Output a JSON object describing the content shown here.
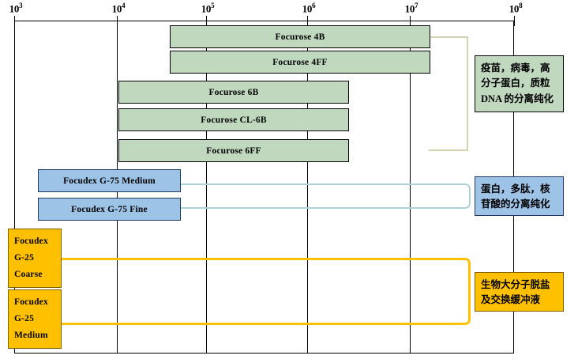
{
  "chart_data": {
    "type": "bar",
    "title": "",
    "xlabel": "",
    "ylabel": "",
    "scale": "log10",
    "xlim": [
      1000,
      100000000
    ],
    "grid": true,
    "legend_position": "right-callouts",
    "axis": {
      "ticks": [
        {
          "label_base": "10",
          "label_exp": "3",
          "value": 1000
        },
        {
          "label_base": "10",
          "label_exp": "4",
          "value": 10000
        },
        {
          "label_base": "10",
          "label_exp": "5",
          "value": 100000
        },
        {
          "label_base": "10",
          "label_exp": "6",
          "value": 1000000
        },
        {
          "label_base": "10",
          "label_exp": "7",
          "value": 10000000
        },
        {
          "label_base": "10",
          "label_exp": "8",
          "value": 100000000
        }
      ]
    },
    "groups": [
      {
        "name": "agarose-group",
        "color": "#bfd8be",
        "note": [
          "疫苗，病毒，高",
          "分子蛋白，质粒",
          "DNA 的分离纯化"
        ],
        "bars": [
          {
            "label": "Focurose 4B",
            "min": 60000,
            "max": 20000000
          },
          {
            "label": "Focurose 4FF",
            "min": 60000,
            "max": 20000000
          },
          {
            "label": "Focurose 6B",
            "min": 10000,
            "max": 4000000
          },
          {
            "label": "Focurose CL-6B",
            "min": 10000,
            "max": 4000000
          },
          {
            "label": "Focurose 6FF",
            "min": 10000,
            "max": 4000000
          }
        ]
      },
      {
        "name": "dextran-g75-group",
        "color": "#9dc3e6",
        "note": [
          "蛋白，多肽，核",
          "苷酸的分离纯化"
        ],
        "bars": [
          {
            "label": "Focudex G-75 Medium",
            "min": 1500,
            "max": 50000
          },
          {
            "label": "Focudex G-75 Fine",
            "min": 1500,
            "max": 50000
          }
        ]
      },
      {
        "name": "dextran-g25-group",
        "color": "#ffc000",
        "note": [
          "生物大分子脱盐",
          "及交换缓冲液"
        ],
        "bars": [
          {
            "label": [
              "Focudex",
              "G-25",
              "Coarse"
            ],
            "min": 1000,
            "max": 2000
          },
          {
            "label": [
              "Focudex",
              "G-25",
              "Medium"
            ],
            "min": 1000,
            "max": 2000
          }
        ]
      }
    ]
  },
  "axis": {
    "t0": "10",
    "t0e": "3",
    "t1": "10",
    "t1e": "4",
    "t2": "10",
    "t2e": "5",
    "t3": "10",
    "t3e": "6",
    "t4": "10",
    "t4e": "7",
    "t5": "10",
    "t5e": "8"
  },
  "bars": {
    "focurose_4b": "Focurose 4B",
    "focurose_4ff": "Focurose 4FF",
    "focurose_6b": "Focurose 6B",
    "focurose_cl6b": "Focurose CL-6B",
    "focurose_6ff": "Focurose 6FF",
    "focudex_g75_medium": "Focudex G-75 Medium",
    "focudex_g75_fine": "Focudex G-75 Fine",
    "g25_coarse_l1": "Focudex",
    "g25_coarse_l2": "G-25",
    "g25_coarse_l3": "Coarse",
    "g25_medium_l1": "Focudex",
    "g25_medium_l2": "G-25",
    "g25_medium_l3": "Medium"
  },
  "notes": {
    "green_l1": "疫苗，病毒，高",
    "green_l2": "分子蛋白，质粒",
    "green_l3": "DNA 的分离纯化",
    "blue_l1": "蛋白，多肽，核",
    "blue_l2": "苷酸的分离纯化",
    "yellow_l1": "生物大分子脱盐",
    "yellow_l2": "及交换缓冲液"
  },
  "colors": {
    "green_fill": "#bfd8be",
    "blue_fill": "#9dc3e6",
    "yellow_fill": "#ffc000",
    "green_connector": "#d6d2b0",
    "blue_connector": "#aed2d8",
    "yellow_connector": "#ffc000",
    "axis": "#000000"
  }
}
